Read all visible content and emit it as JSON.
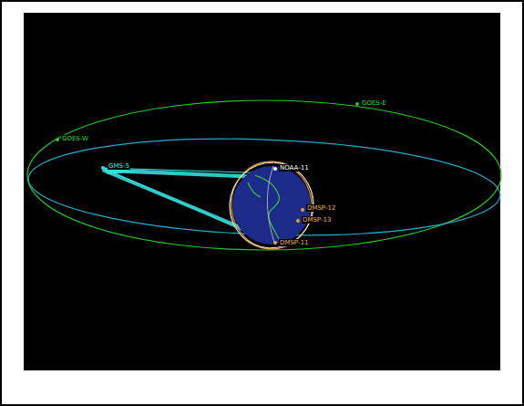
{
  "diagram": {
    "labels": [
      "GOES-E",
      "GOES-W",
      "GMS-5",
      "NOAA-11",
      "DMSP-12",
      "DMSP-13",
      "DMSP-11"
    ]
  }
}
